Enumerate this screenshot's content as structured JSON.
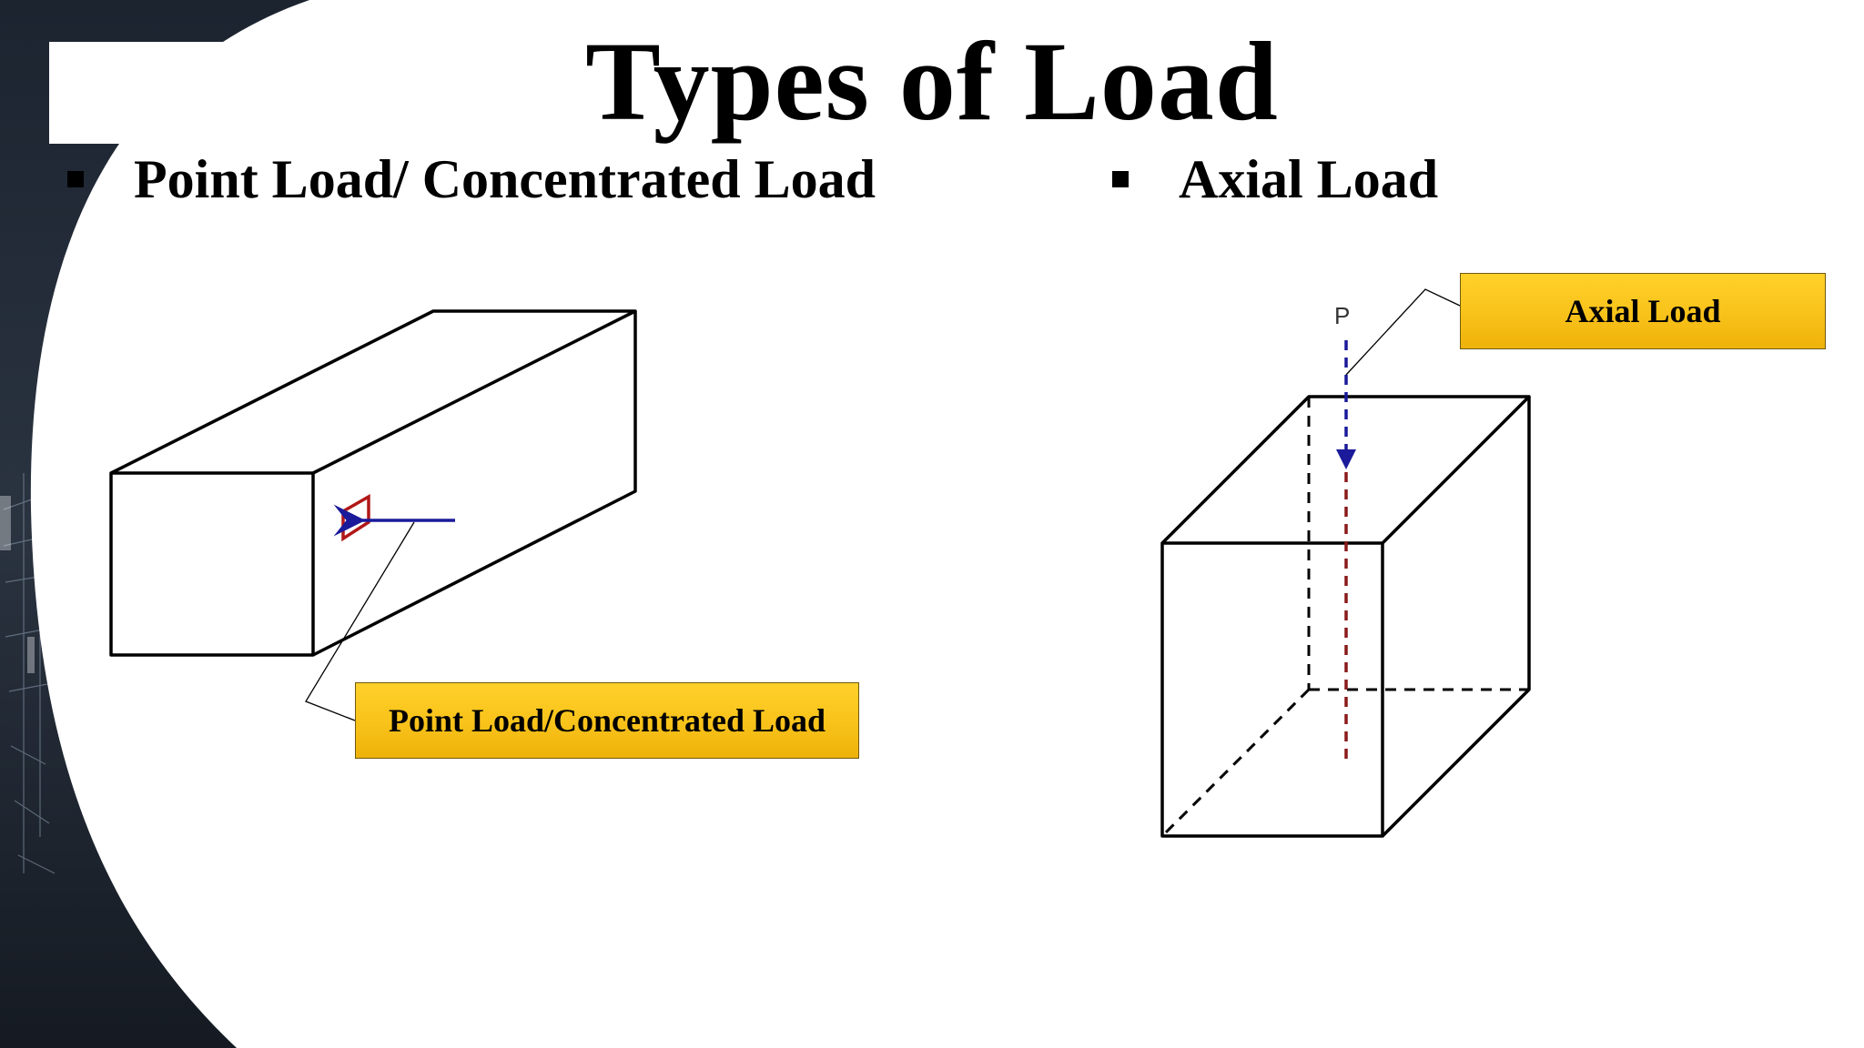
{
  "slide": {
    "title": "Types of Load",
    "bullets": [
      {
        "text": "Point Load/ Concentrated Load"
      },
      {
        "text": "Axial Load"
      }
    ]
  },
  "diagrams": {
    "point_load": {
      "callout": "Point Load/Concentrated Load"
    },
    "axial_load": {
      "force_label": "P",
      "callout": "Axial Load"
    }
  },
  "colors": {
    "callout_fill": "#f8c21a",
    "arrow_blue": "#1a1a9a",
    "patch_red": "#b01818",
    "axis_red": "#8a1a1a",
    "outline": "#000000"
  }
}
